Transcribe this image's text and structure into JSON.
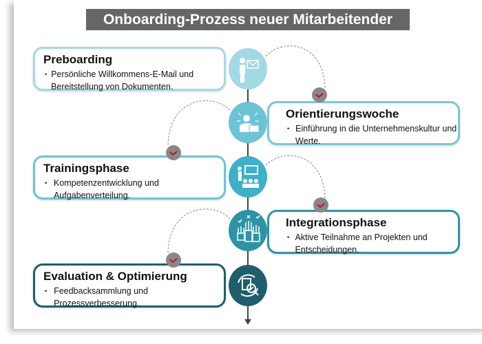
{
  "title": "Onboarding-Prozess neuer Mitarbeitender",
  "steps": [
    {
      "title": "Preboarding",
      "text": "Persönliche Willkommens-E-Mail und Bereitstellung von Dokumenten.",
      "icon": "person-mail-icon",
      "color": "#a3d9e5"
    },
    {
      "title": "Orientierungswoche",
      "text": "Einführung in die Unternehmenskultur und Werte.",
      "icon": "employee-briefcase-icon",
      "color": "#6cc3d6"
    },
    {
      "title": "Trainingsphase",
      "text": "Kompetenzentwicklung und Aufgabenverteilung.",
      "icon": "training-presentation-icon",
      "color": "#3fb0c9"
    },
    {
      "title": "Integrationsphase",
      "text": "Aktive Teilnahme an Projekten und Entscheidungen.",
      "icon": "raised-hands-vote-icon",
      "color": "#2e93a6"
    },
    {
      "title": "Evaluation & Optimierung",
      "text": "Feedbacksammlung und Prozessverbesserung.",
      "icon": "document-review-cycle-icon",
      "color": "#1e5f6b"
    }
  ],
  "check_color": "#d0021b"
}
